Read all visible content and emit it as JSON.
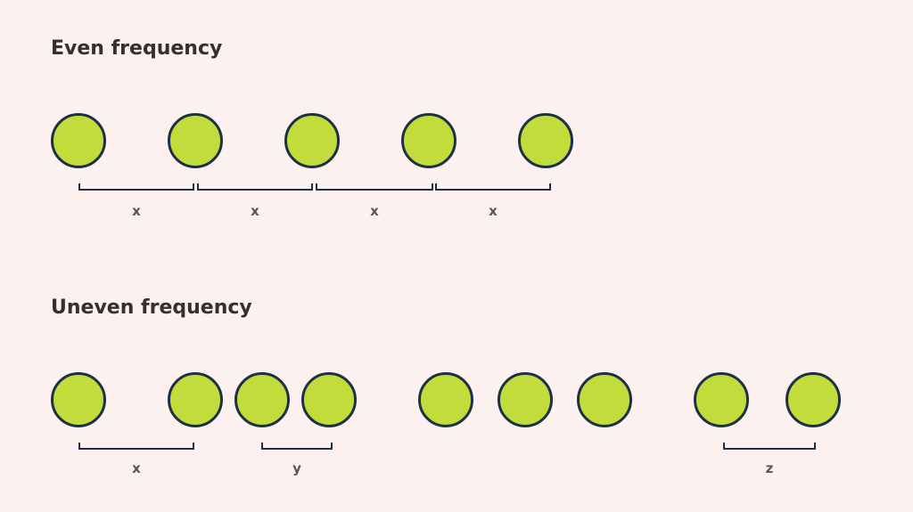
{
  "even": {
    "title": "Even frequency",
    "labels": [
      "x",
      "x",
      "x",
      "x"
    ]
  },
  "uneven": {
    "title": "Uneven frequency",
    "labels": [
      "x",
      "y",
      "z"
    ]
  },
  "colors": {
    "background": "#fdf1ef",
    "circle_fill": "#c1dc3b",
    "circle_stroke": "#1e3048",
    "title_text": "#3a2e2c",
    "label_text": "#5b5654"
  }
}
